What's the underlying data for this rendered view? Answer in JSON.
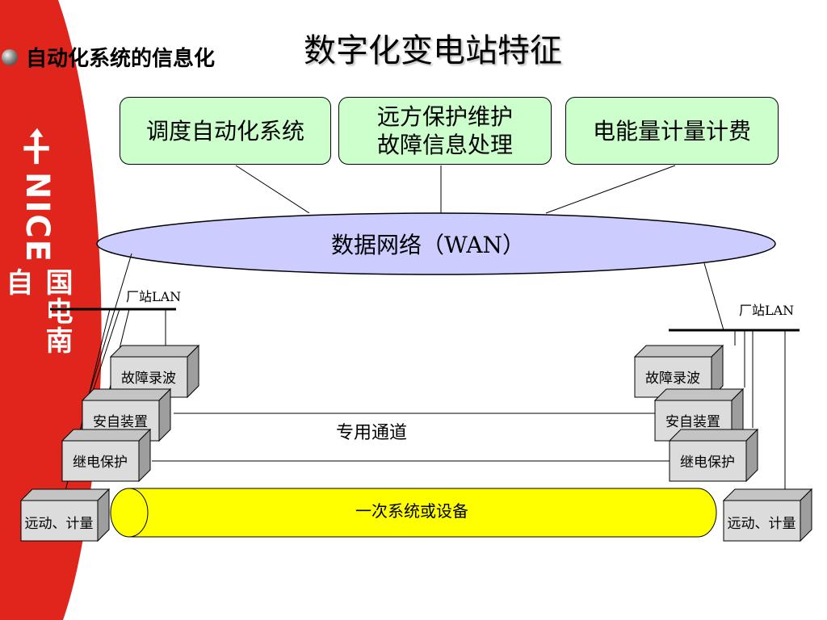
{
  "header": {
    "bullet_text": "自动化系统的信息化",
    "title": "数字化变电站特征"
  },
  "logo": {
    "text_en": "NICE",
    "text_cn": "国电南自"
  },
  "top_systems": [
    {
      "label": "调度自动化系统"
    },
    {
      "label": "远方保护维护\n故障信息处理"
    },
    {
      "label": "电能量计量计费"
    }
  ],
  "network": {
    "wan_label": "数据网络（WAN）",
    "lan_left": "厂站LAN",
    "lan_right": "厂站LAN",
    "channel_label": "专用通道",
    "primary_label": "一次系统或设备"
  },
  "devices_left": [
    "故障录波",
    "安自装置",
    "继电保护",
    "远动、计量"
  ],
  "devices_right": [
    "故障录波",
    "安自装置",
    "继电保护",
    "远动、计量"
  ],
  "colors": {
    "red_band": "#e0261c",
    "top_box_fill": "#ccffcc",
    "wan_fill": "#ccccff",
    "primary_fill": "#ffff00",
    "device_front": "#dcdcdc",
    "device_top": "#c4c4c4",
    "device_side": "#9e9e9e"
  },
  "icons": {
    "bullet": "sphere-bullet-icon",
    "logo": "company-logo-icon"
  }
}
